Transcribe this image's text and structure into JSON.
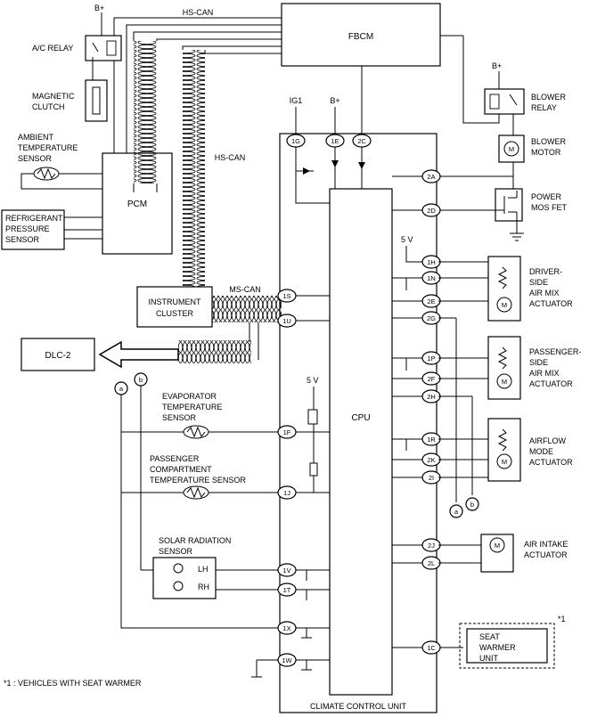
{
  "labels": {
    "fbcm": "FBCM",
    "pcm": "PCM",
    "cpu": "CPU",
    "ccu": "CLIMATE CONTROL UNIT",
    "hs_can_top": "HS-CAN",
    "hs_can_mid": "HS-CAN",
    "ms_can": "MS-CAN",
    "instrument_cluster": [
      "INSTRUMENT",
      "CLUSTER"
    ],
    "dlc2": "DLC-2",
    "ac_relay": "A/C RELAY",
    "magnetic_clutch": [
      "MAGNETIC",
      "CLUTCH"
    ],
    "ambient_sensor": [
      "AMBIENT",
      "TEMPERATURE",
      "SENSOR"
    ],
    "refrigerant_sensor": [
      "REFRIGERANT",
      "PRESSURE",
      "SENSOR"
    ],
    "evaporator_sensor": [
      "EVAPORATOR",
      "TEMPERATURE",
      "SENSOR"
    ],
    "passenger_sensor": [
      "PASSENGER",
      "COMPARTMENT",
      "TEMPERATURE SENSOR"
    ],
    "solar_sensor": [
      "SOLAR RADIATION",
      "SENSOR"
    ],
    "solar_lh": "LH",
    "solar_rh": "RH",
    "blower_relay": [
      "BLOWER",
      "RELAY"
    ],
    "blower_motor": [
      "BLOWER",
      "MOTOR"
    ],
    "power_fet": [
      "POWER",
      "MOS FET"
    ],
    "driver_actuator": [
      "DRIVER-",
      "SIDE",
      "AIR MIX",
      "ACTUATOR"
    ],
    "passenger_actuator": [
      "PASSENGER-",
      "SIDE",
      "AIR MIX",
      "ACTUATOR"
    ],
    "airflow_actuator": [
      "AIRFLOW",
      "MODE",
      "ACTUATOR"
    ],
    "air_intake_actuator": [
      "AIR INTAKE",
      "ACTUATOR"
    ],
    "seat_warmer": [
      "SEAT",
      "WARMER",
      "UNIT"
    ],
    "seat_warmer_mark": "*1",
    "footnote": "*1 : VEHICLES WITH SEAT WARMER",
    "bplus_1": "B+",
    "bplus_2": "B+",
    "bplus_3": "B+",
    "ig1": "IG1",
    "five_v_1": "5 V",
    "five_v_2": "5 V",
    "motor_symbol": "M",
    "connector_a1": "a",
    "connector_b1": "b",
    "connector_a2": "a",
    "connector_b2": "b"
  },
  "terminals": {
    "t1G": "1G",
    "t1E": "1E",
    "t2C": "2C",
    "t2A": "2A",
    "t2D": "2D",
    "t1H": "1H",
    "t1N": "1N",
    "t2E": "2E",
    "t2G": "2G",
    "t1P": "1P",
    "t2F": "2F",
    "t2H": "2H",
    "t1R": "1R",
    "t2K": "2K",
    "t2I": "2I",
    "t2J": "2J",
    "t2L": "2L",
    "t1C": "1C",
    "t1S": "1S",
    "t1U": "1U",
    "t1F": "1F",
    "t1J": "1J",
    "t1V": "1V",
    "t1T": "1T",
    "t1X": "1X",
    "t1W": "1W"
  }
}
